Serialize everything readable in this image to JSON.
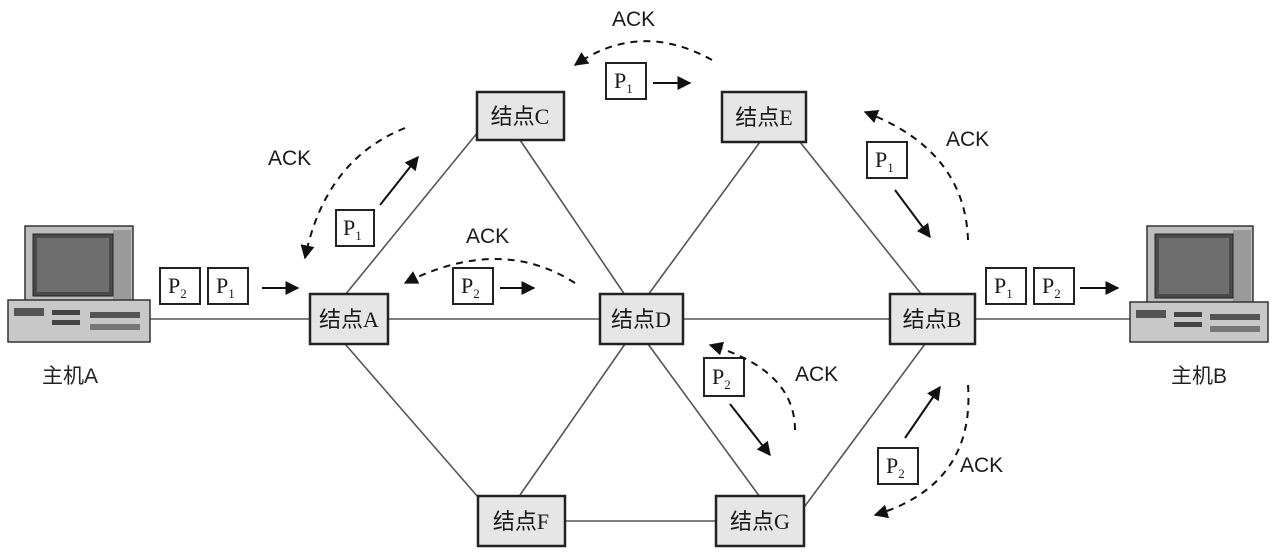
{
  "nodes": {
    "A": "结点A",
    "B": "结点B",
    "C": "结点C",
    "D": "结点D",
    "E": "结点E",
    "F": "结点F",
    "G": "结点G"
  },
  "hosts": {
    "A": "主机A",
    "B": "主机B"
  },
  "packets": {
    "p1_letter": "P",
    "p1_sub": "1",
    "p2_letter": "P",
    "p2_sub": "2"
  },
  "ack_label": "ACK"
}
